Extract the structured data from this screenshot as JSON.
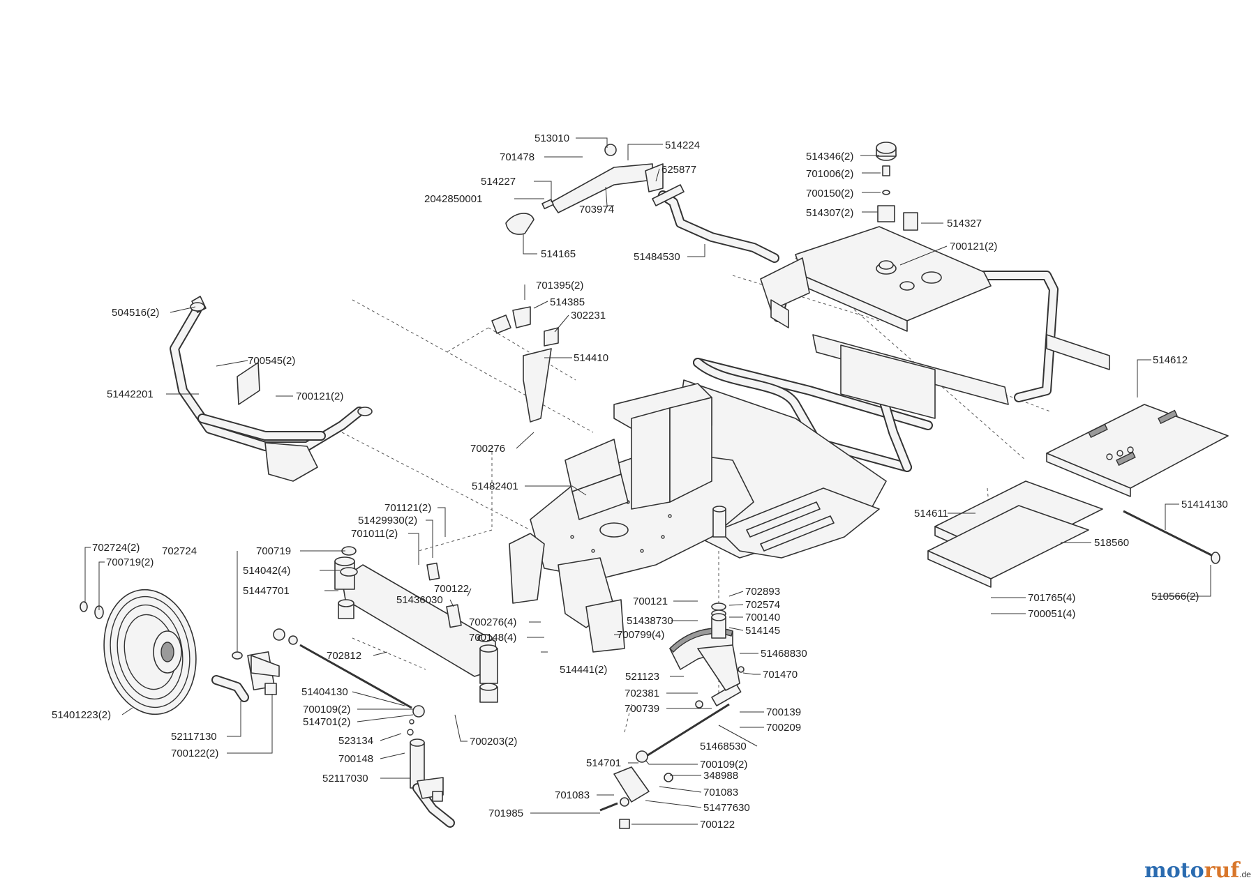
{
  "logo": {
    "part1": "moto",
    "part2": "ruf",
    "suffix": ".de"
  },
  "labels": [
    {
      "id": "513010",
      "text": "513010"
    },
    {
      "id": "514224",
      "text": "514224"
    },
    {
      "id": "701478",
      "text": "701478"
    },
    {
      "id": "625877",
      "text": "625877"
    },
    {
      "id": "514227",
      "text": "514227"
    },
    {
      "id": "2042850001",
      "text": "2042850001"
    },
    {
      "id": "703974",
      "text": "703974"
    },
    {
      "id": "514165",
      "text": "514165"
    },
    {
      "id": "51484530",
      "text": "51484530"
    },
    {
      "id": "514346",
      "text": "514346(2)"
    },
    {
      "id": "701006",
      "text": "701006(2)"
    },
    {
      "id": "700150",
      "text": "700150(2)"
    },
    {
      "id": "514307",
      "text": "514307(2)"
    },
    {
      "id": "514327",
      "text": "514327"
    },
    {
      "id": "700121b",
      "text": "700121(2)"
    },
    {
      "id": "701395",
      "text": "701395(2)"
    },
    {
      "id": "514385",
      "text": "514385"
    },
    {
      "id": "302231",
      "text": "302231"
    },
    {
      "id": "514410",
      "text": "514410"
    },
    {
      "id": "700276",
      "text": "700276"
    },
    {
      "id": "504516",
      "text": "504516(2)"
    },
    {
      "id": "700545",
      "text": "700545(2)"
    },
    {
      "id": "51442201",
      "text": "51442201"
    },
    {
      "id": "700121a",
      "text": "700121(2)"
    },
    {
      "id": "514612",
      "text": "514612"
    },
    {
      "id": "514611",
      "text": "514611"
    },
    {
      "id": "51414130",
      "text": "51414130"
    },
    {
      "id": "518560",
      "text": "518560"
    },
    {
      "id": "701765",
      "text": "701765(4)"
    },
    {
      "id": "700051",
      "text": "700051(4)"
    },
    {
      "id": "510566",
      "text": "510566(2)"
    },
    {
      "id": "51482401",
      "text": "51482401"
    },
    {
      "id": "701121",
      "text": "701121(2)"
    },
    {
      "id": "51429930",
      "text": "51429930(2)"
    },
    {
      "id": "701011",
      "text": "701011(2)"
    },
    {
      "id": "700719a",
      "text": "700719"
    },
    {
      "id": "514042",
      "text": "514042(4)"
    },
    {
      "id": "51447701",
      "text": "51447701"
    },
    {
      "id": "700122a",
      "text": "700122"
    },
    {
      "id": "51436030",
      "text": "51436030"
    },
    {
      "id": "702724a",
      "text": "702724(2)"
    },
    {
      "id": "700719b",
      "text": "700719(2)"
    },
    {
      "id": "702724b",
      "text": "702724"
    },
    {
      "id": "700276b",
      "text": "700276(4)"
    },
    {
      "id": "700148a",
      "text": "700148(4)"
    },
    {
      "id": "514441",
      "text": "514441(2)"
    },
    {
      "id": "702812",
      "text": "702812"
    },
    {
      "id": "700121c",
      "text": "700121"
    },
    {
      "id": "51438730",
      "text": "51438730"
    },
    {
      "id": "700799",
      "text": "700799(4)"
    },
    {
      "id": "702893",
      "text": "702893"
    },
    {
      "id": "702574",
      "text": "702574"
    },
    {
      "id": "700140",
      "text": "700140"
    },
    {
      "id": "514145",
      "text": "514145"
    },
    {
      "id": "51468830",
      "text": "51468830"
    },
    {
      "id": "521123",
      "text": "521123"
    },
    {
      "id": "701470",
      "text": "701470"
    },
    {
      "id": "702381",
      "text": "702381"
    },
    {
      "id": "700739",
      "text": "700739"
    },
    {
      "id": "700139",
      "text": "700139"
    },
    {
      "id": "700209",
      "text": "700209"
    },
    {
      "id": "51468530",
      "text": "51468530"
    },
    {
      "id": "51404130",
      "text": "51404130"
    },
    {
      "id": "700109a",
      "text": "700109(2)"
    },
    {
      "id": "514701a",
      "text": "514701(2)"
    },
    {
      "id": "700203",
      "text": "700203(2)"
    },
    {
      "id": "51401223",
      "text": "51401223(2)"
    },
    {
      "id": "52117130",
      "text": "52117130"
    },
    {
      "id": "700122b",
      "text": "700122(2)"
    },
    {
      "id": "523134",
      "text": "523134"
    },
    {
      "id": "700148b",
      "text": "700148"
    },
    {
      "id": "52117030",
      "text": "52117030"
    },
    {
      "id": "514701b",
      "text": "514701"
    },
    {
      "id": "700109b",
      "text": "700109(2)"
    },
    {
      "id": "348988",
      "text": "348988"
    },
    {
      "id": "701083a",
      "text": "701083"
    },
    {
      "id": "701083b",
      "text": "701083"
    },
    {
      "id": "51477630",
      "text": "51477630"
    },
    {
      "id": "701985",
      "text": "701985"
    },
    {
      "id": "700122c",
      "text": "700122"
    }
  ]
}
